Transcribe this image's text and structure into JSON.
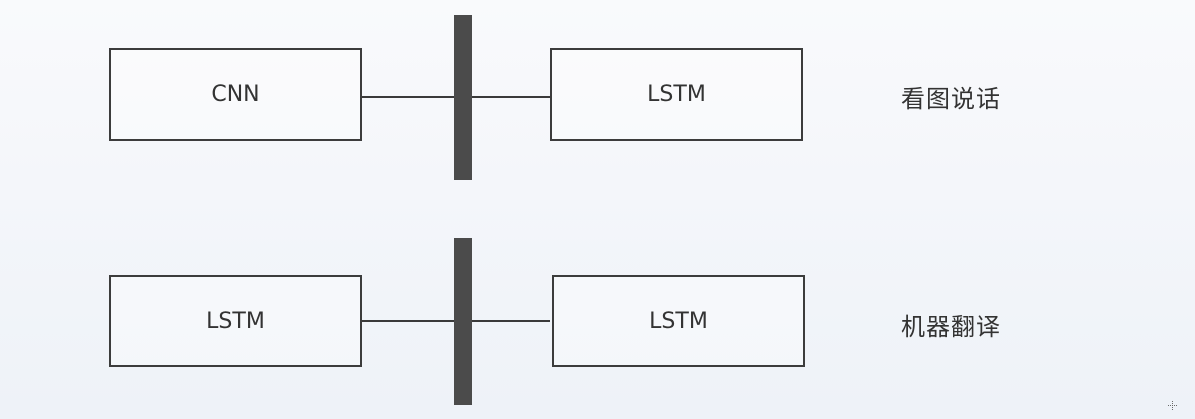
{
  "rows": [
    {
      "encoder": "CNN",
      "decoder": "LSTM",
      "label": "看图说话"
    },
    {
      "encoder": "LSTM",
      "decoder": "LSTM",
      "label": "机器翻译"
    }
  ],
  "corner_icon": "move-crosshair-icon"
}
